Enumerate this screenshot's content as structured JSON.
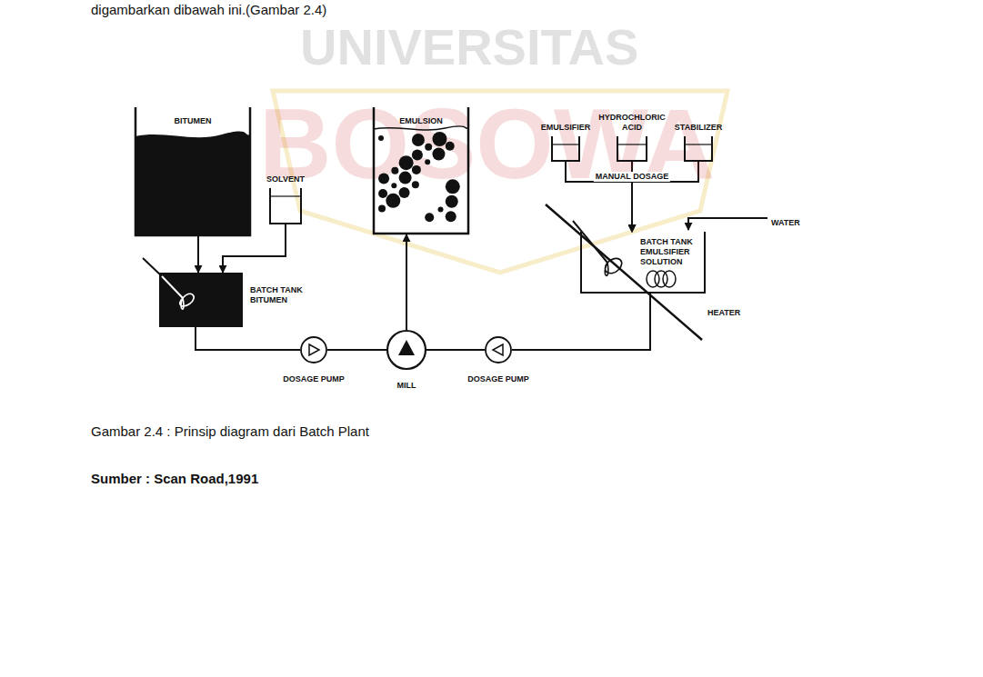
{
  "diagram": {
    "caption": "Gambar 2.4 : Prinsip diagram dari Batch Plant",
    "nodes": [
      {
        "text": [
          "BITUMEN"
        ]
      },
      {
        "text": [
          "EMULSION"
        ]
      },
      {
        "text": [
          "EMULSIFIER"
        ]
      },
      {
        "text": [
          "HYDROCHLORIC ACID"
        ]
      },
      {
        "text": [
          "STABILIZER"
        ]
      },
      {
        "text": [
          "SOLVENT"
        ]
      },
      {
        "text": [
          "BATCH TANK BITUMEN"
        ]
      },
      {
        "text": [
          "BATCH TANK EMULSIFIER SOLUTION"
        ]
      },
      {
        "text": [
          "DOSAGE PUMP"
        ]
      },
      {
        "text": [
          "MILL"
        ]
      },
      {
        "text": [
          "DOSAGE PUMP"
        ]
      }
    ],
    "edges": [
      {
        "from": 0,
        "to": 6,
        "arrow": "to"
      },
      {
        "from": 5,
        "to": 6,
        "arrow": "to"
      },
      {
        "from": 6,
        "to": 8,
        "arrow": "none"
      },
      {
        "from": 8,
        "to": 9,
        "arrow": "none"
      },
      {
        "from": 9,
        "to": 1,
        "arrow": "to"
      },
      {
        "from": 10,
        "to": 9,
        "arrow": "none"
      },
      {
        "from": 7,
        "to": 10,
        "arrow": "none"
      },
      {
        "from": 2,
        "to": 7,
        "arrow": "to"
      },
      {
        "from": 3,
        "to": 7,
        "arrow": "to"
      },
      {
        "from": 4,
        "to": 7,
        "arrow": "to"
      }
    ],
    "labels": [
      "digambarkan dibawah ini.(Gambar 2.4)",
      "UNIVERSITAS",
      "BOSOWA",
      "MANUAL DOSAGE",
      "WATER",
      "HEATER",
      "Sumber : Scan Road,1991"
    ]
  }
}
